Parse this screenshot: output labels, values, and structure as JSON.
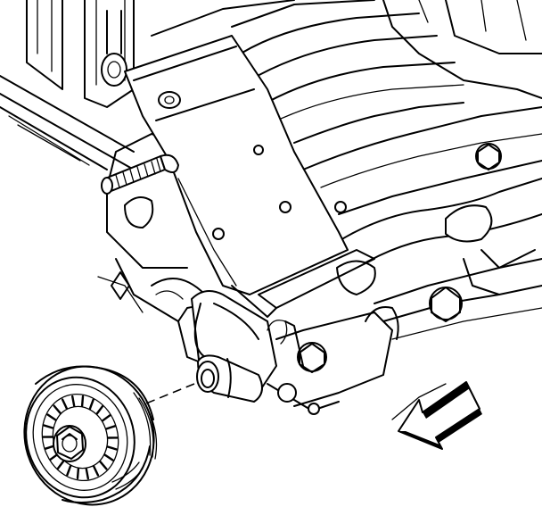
{
  "diagram": {
    "style": "black line-art technical illustration",
    "colors": {
      "line": "#000000",
      "background": "#ffffff"
    },
    "parts": [
      {
        "part": "engine-block"
      },
      {
        "part": "mounting-bracket"
      },
      {
        "part": "stud"
      },
      {
        "part": "idler-pulley"
      },
      {
        "part": "pulley-bolt"
      },
      {
        "part": "direction-arrow-icon"
      },
      {
        "part": "alignment-dashed-line"
      }
    ]
  }
}
